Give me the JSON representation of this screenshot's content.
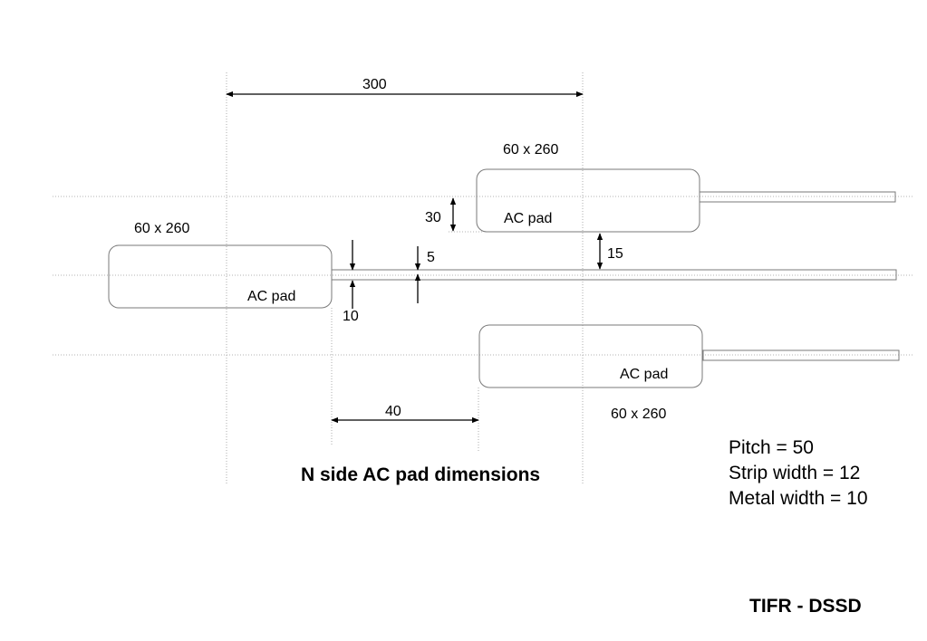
{
  "diagram": {
    "title": "N side AC pad dimensions",
    "footer": "TIFR - DSSD",
    "pads": [
      {
        "label": "AC pad",
        "size": "60 x 260"
      },
      {
        "label": "AC pad",
        "size": "60 x 260"
      },
      {
        "label": "AC pad",
        "size": "60 x 260"
      }
    ],
    "dimensions": {
      "pitch_span": "300",
      "pad_height": "30",
      "gap_to_strip": "15",
      "strip_offset": "5",
      "metal_width": "10",
      "pad_separation": "40"
    },
    "specs": [
      "Pitch  = 50",
      "Strip width = 12",
      "Metal width = 10"
    ]
  }
}
